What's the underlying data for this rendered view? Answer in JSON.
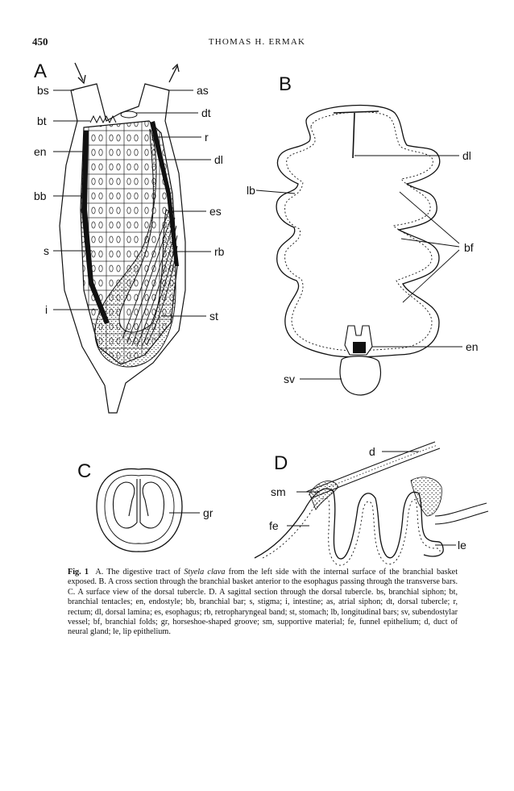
{
  "header": {
    "page_number": "450",
    "running_head": "THOMAS H. ERMAK"
  },
  "panels": {
    "A": {
      "letter": "A",
      "labels": [
        "bs",
        "bt",
        "en",
        "bb",
        "s",
        "i",
        "as",
        "dt",
        "r",
        "dl",
        "es",
        "rb",
        "st"
      ]
    },
    "B": {
      "letter": "B",
      "labels": [
        "lb",
        "dl",
        "bf",
        "en",
        "sv"
      ]
    },
    "C": {
      "letter": "C",
      "labels": [
        "gr"
      ]
    },
    "D": {
      "letter": "D",
      "labels": [
        "d",
        "sm",
        "fe",
        "le"
      ]
    }
  },
  "caption": {
    "fig_label": "Fig. 1",
    "part1": "A. The digestive tract of ",
    "species": "Styela clava",
    "part2": " from the left side with the internal surface of the branchial basket exposed. B. A cross section through the branchial basket anterior to the esophagus passing through the transverse bars. C. A surface view of the dorsal tubercle. D. A sagittal section through the dorsal tubercle. bs, branchial siphon; bt, branchial tentacles; en, endostyle; bb, branchial bar; s, stigma; i, intestine; as, atrial siphon; dt, dorsal tubercle; r, rectum; dl, dorsal lamina; es, esophagus; rb, retropharyngeal band; st, stomach; lb, longitudinal bars; sv, subendostylar vessel; bf, branchial folds; gr, horseshoe-shaped groove; sm, supportive material; fe, funnel epithelium; d, duct of neural gland; le, lip epithelium."
  }
}
